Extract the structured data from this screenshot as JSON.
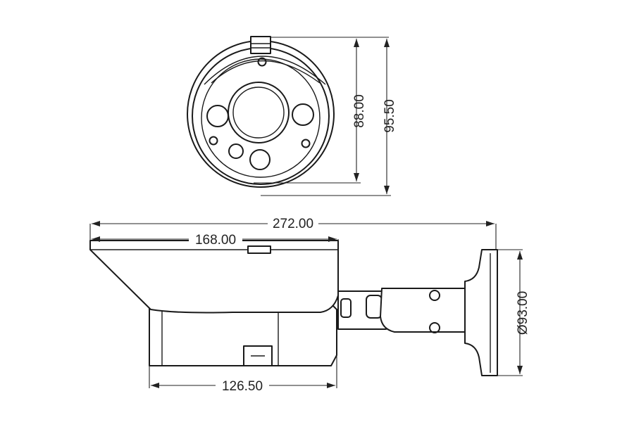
{
  "dimensions": {
    "front_inner_height": "88.00",
    "front_outer_height": "95.50",
    "total_length": "272.00",
    "hood_length": "168.00",
    "body_length": "126.50",
    "mount_diameter": "Ø93.00"
  },
  "colors": {
    "line": "#1a1a1a",
    "background": "#ffffff"
  }
}
